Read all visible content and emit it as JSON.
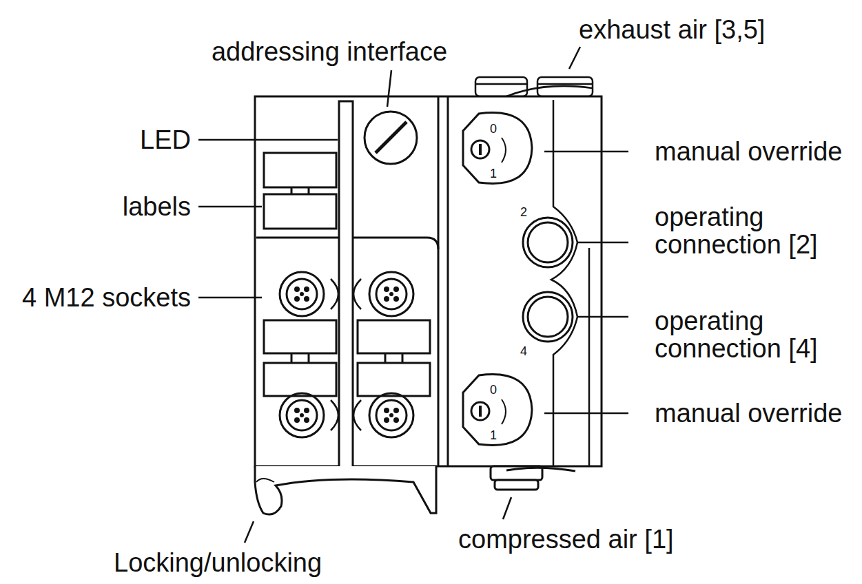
{
  "diagram": {
    "labels": [
      "exhaust air [3,5]",
      "addressing interface",
      "LED",
      "manual override",
      "labels",
      "operating connection [2]",
      "4 M12 sockets",
      "operating connection [4]",
      "manual override",
      "Locking/unlocking",
      "compressed air [1]",
      "0",
      "1",
      "2",
      "4",
      "0",
      "1"
    ]
  }
}
